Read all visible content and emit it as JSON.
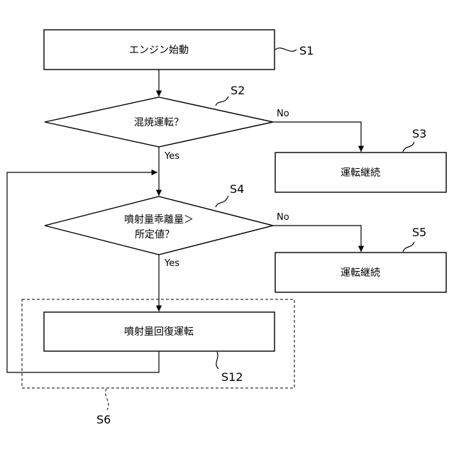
{
  "steps": {
    "s1": {
      "ref": "S1",
      "text": "エンジン始動"
    },
    "s2": {
      "ref": "S2",
      "text": "混焼運転？",
      "no": "No",
      "yes": "Yes"
    },
    "s3": {
      "ref": "S3",
      "text": "運転継続"
    },
    "s4": {
      "ref": "S4",
      "text_line1": "噴射量乖離量＞",
      "text_line2": "所定値？",
      "no": "No",
      "yes": "Yes"
    },
    "s5": {
      "ref": "S5",
      "text": "運転継続"
    },
    "s12": {
      "ref": "S12",
      "text": "噴射量回復運転"
    },
    "s6": {
      "ref": "S6"
    }
  }
}
